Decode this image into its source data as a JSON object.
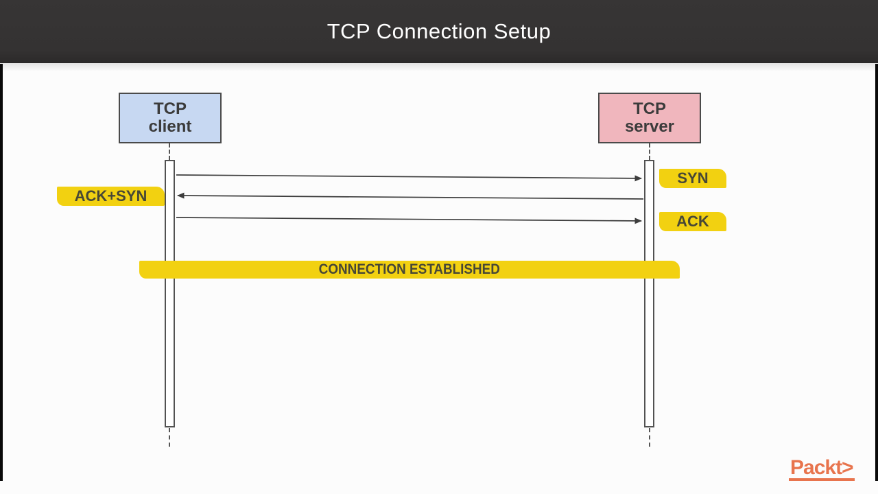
{
  "header": {
    "title": "TCP Connection Setup"
  },
  "diagram": {
    "client": {
      "line1": "TCP",
      "line2": "client"
    },
    "server": {
      "line1": "TCP",
      "line2": "server"
    },
    "messages": [
      {
        "label": "SYN",
        "from": "client",
        "to": "server"
      },
      {
        "label": "ACK+SYN",
        "from": "server",
        "to": "client"
      },
      {
        "label": "ACK",
        "from": "client",
        "to": "server"
      }
    ],
    "status": {
      "label": "CONNECTION ESTABLISHED"
    }
  },
  "branding": {
    "logo_text": "Packt>"
  },
  "colors": {
    "header_bg": "#343232",
    "title_text": "#ffffff",
    "canvas_bg": "#fcfcfc",
    "client_box": "#c7d8f2",
    "server_box": "#f0b6bd",
    "note_yellow": "#f2d111",
    "arrow": "#3d3d3d",
    "logo_orange": "#e8744d"
  }
}
